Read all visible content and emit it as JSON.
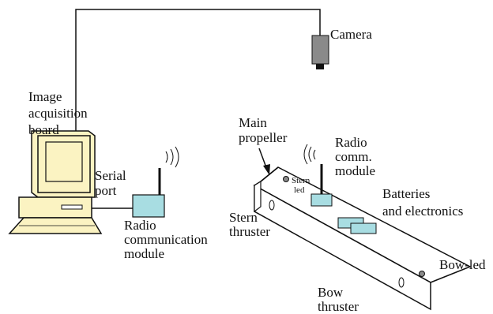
{
  "labels": {
    "camera": "Camera",
    "image_board_line1": "Image",
    "image_board_line2": "acquisition",
    "image_board_line3": "board",
    "serial_line1": "Serial",
    "serial_line2": "port",
    "radio_module_line1": "Radio",
    "radio_module_line2": "communication",
    "radio_module_line3": "module",
    "main_prop_line1": "Main",
    "main_prop_line2": "propeller",
    "radio_comm_line1": "Radio",
    "radio_comm_line2": "comm.",
    "radio_comm_line3": "module",
    "stern_led_line1": "Stern",
    "stern_led_line2": "led",
    "batteries_line1": "Batteries",
    "batteries_line2": "and electronics",
    "stern_thruster_line1": "Stern",
    "stern_thruster_line2": "thruster",
    "bow_led": "Bow-led",
    "bow_thruster_line1": "Bow",
    "bow_thruster_line2": "thruster"
  },
  "colors": {
    "module_fill": "#a8dde2",
    "monitor_fill": "#fbf3c2",
    "camera_body": "#8a8a8a",
    "outline": "#111111"
  }
}
